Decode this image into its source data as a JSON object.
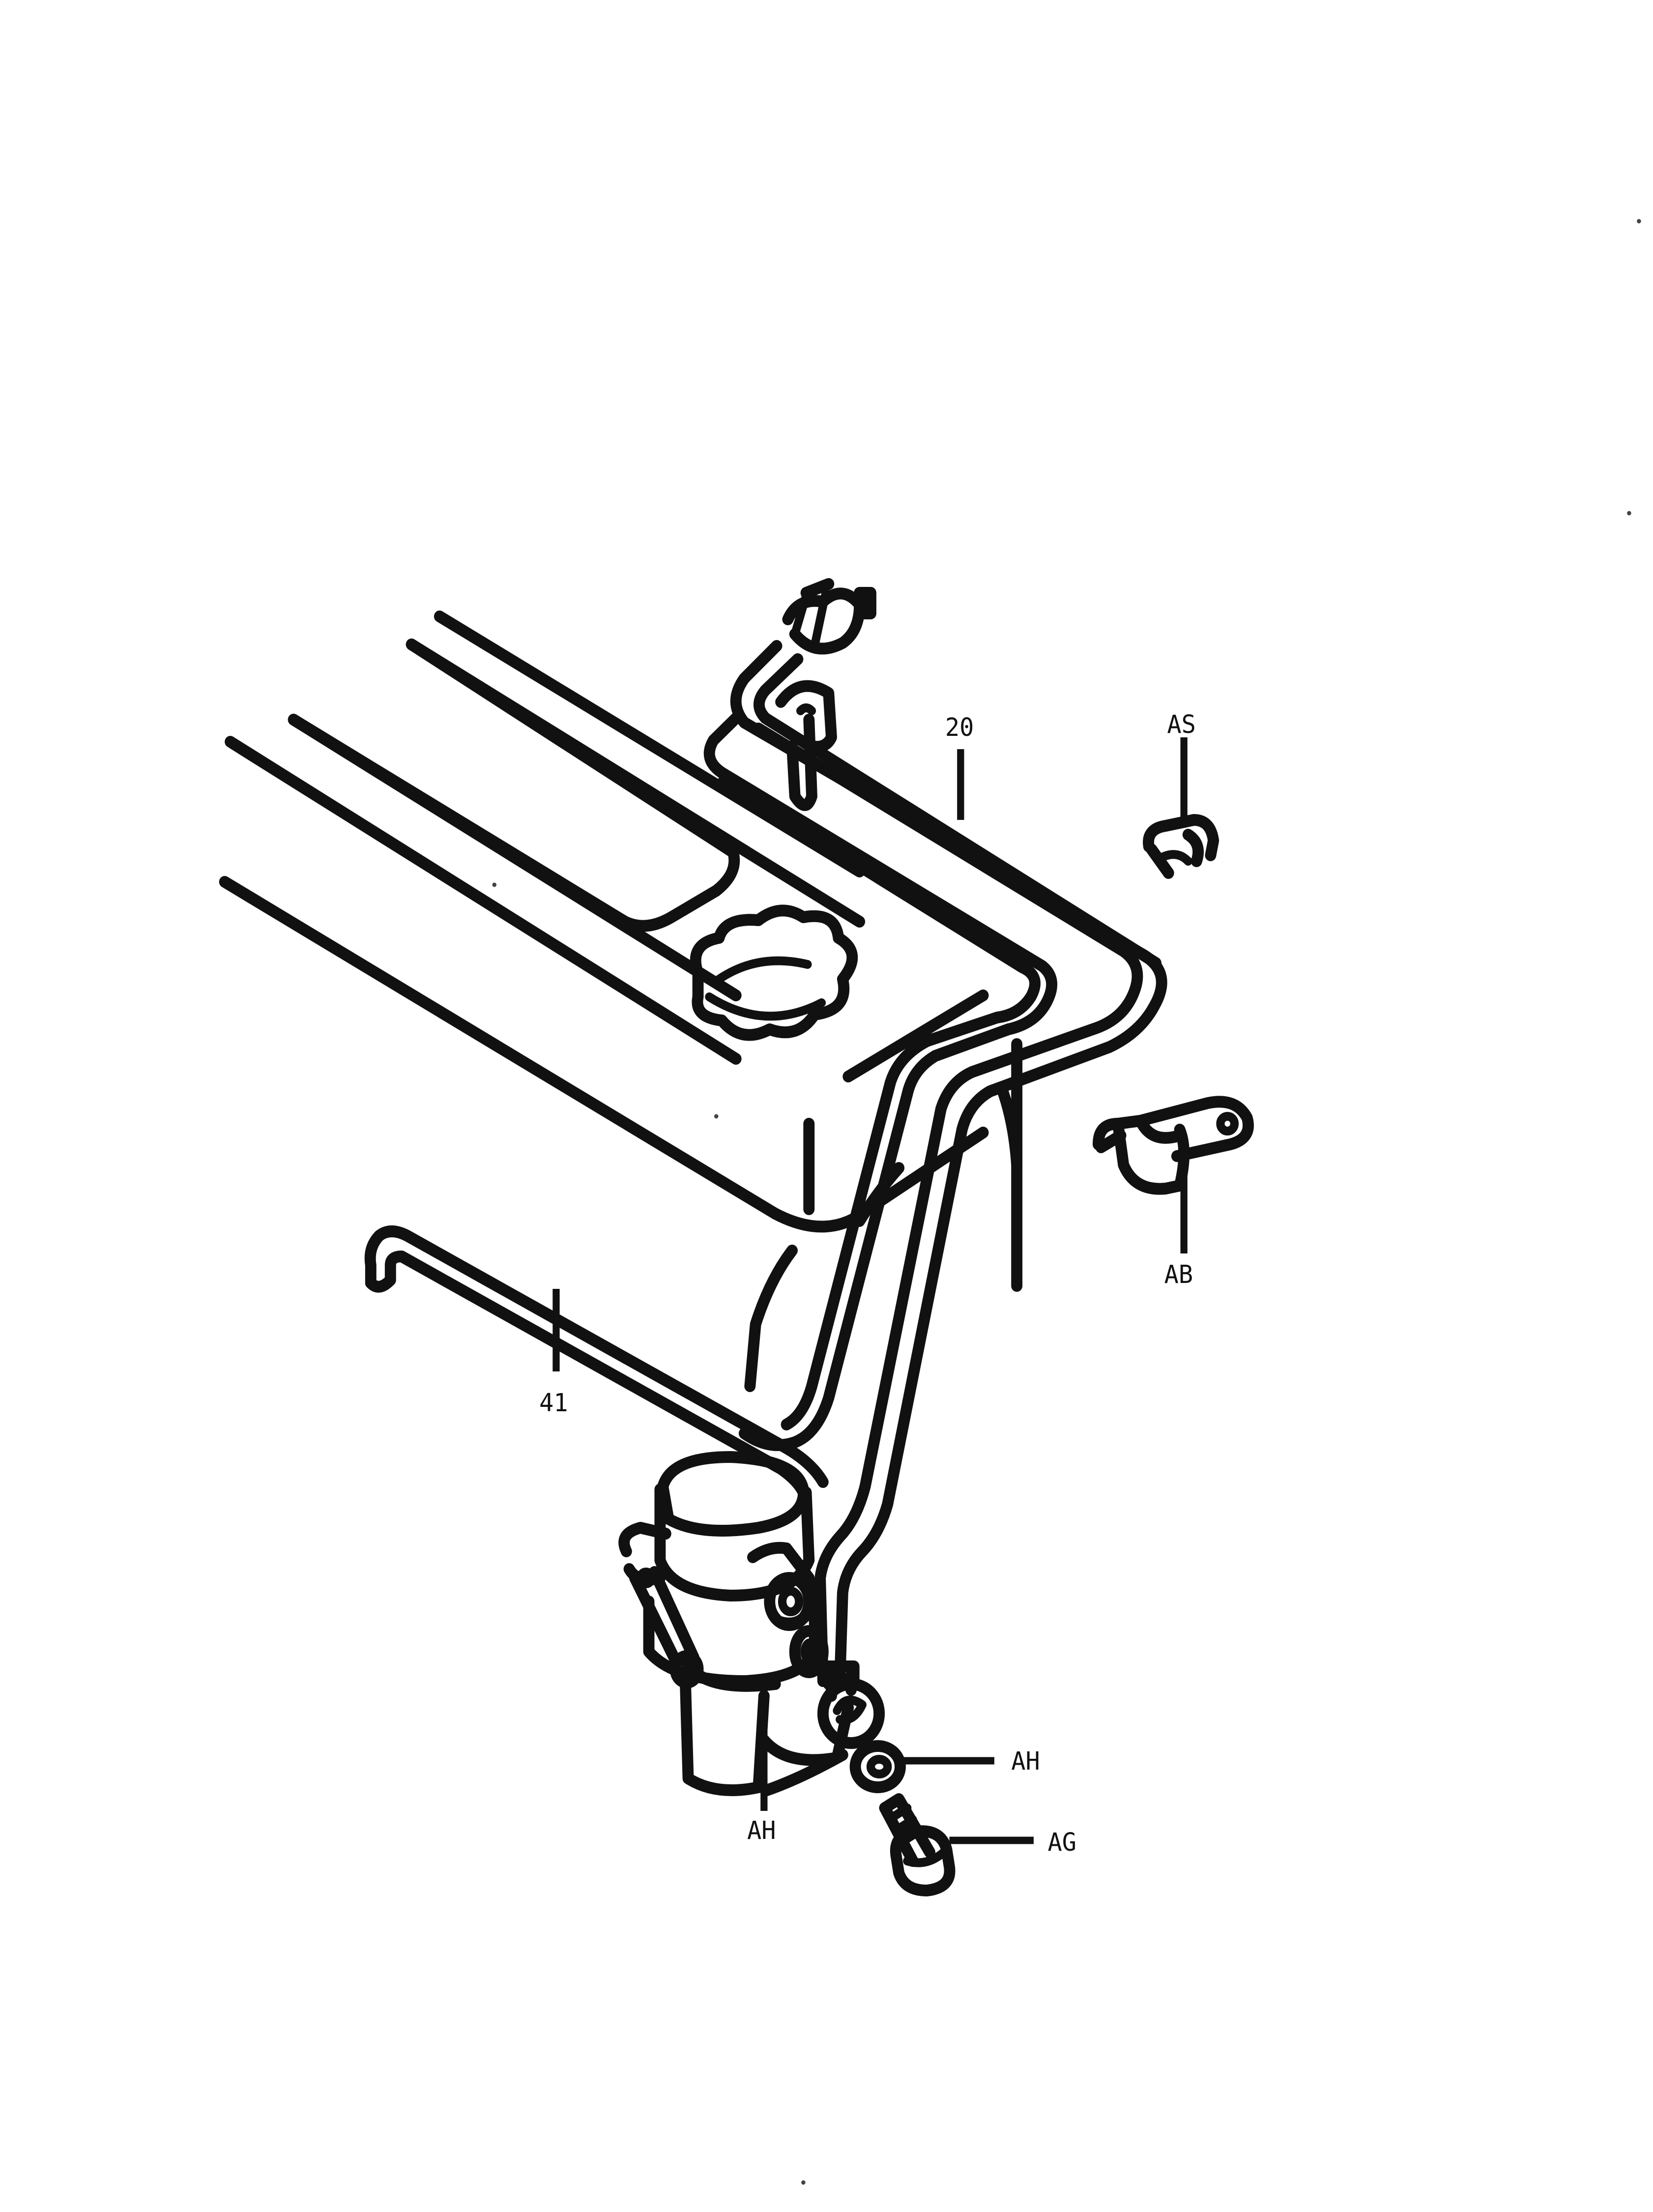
{
  "callouts": {
    "pipe_20": "20",
    "clamp_as": "AS",
    "clamp_ab": "AB",
    "hose_41": "41",
    "washer_ah_right": "AH",
    "washer_ah_bottom": "AH",
    "bolt_ag": "AG"
  },
  "colors": {
    "line": "#111111",
    "background": "#ffffff"
  }
}
